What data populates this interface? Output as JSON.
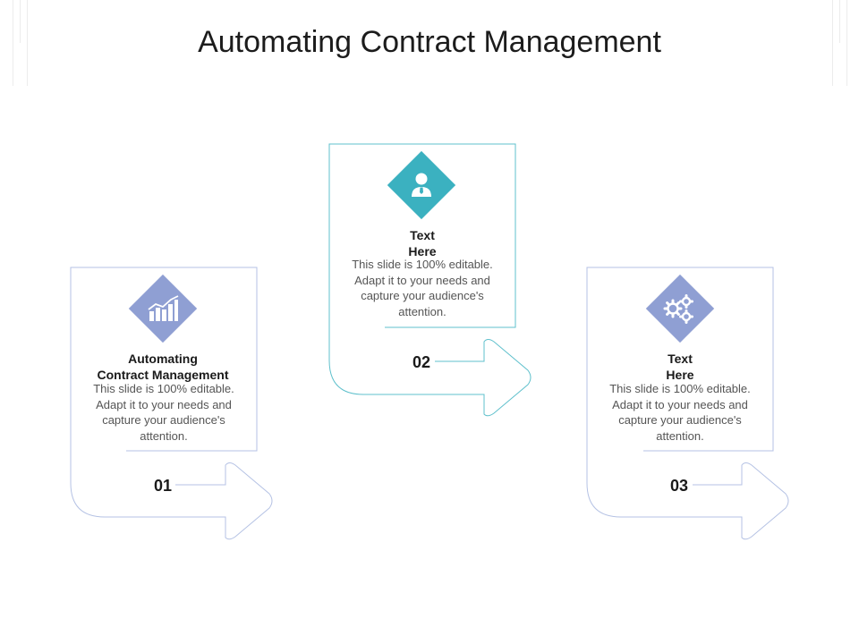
{
  "slide": {
    "title": "Automating Contract Management"
  },
  "colors": {
    "accent_blue": "#8f9fd3",
    "accent_teal": "#3bb1c0",
    "outline_blue": "#a9b8e0",
    "outline_teal": "#5fc0cc"
  },
  "steps": [
    {
      "number": "01",
      "title_lines": [
        "Automating",
        "Contract Management"
      ],
      "description": "This slide is 100% editable. Adapt it to your needs and capture your audience's attention.",
      "icon": "bar-chart-icon"
    },
    {
      "number": "02",
      "title_lines": [
        "Text",
        "Here"
      ],
      "description": "This slide is 100% editable. Adapt it to your needs and capture your audience's attention.",
      "icon": "user-icon"
    },
    {
      "number": "03",
      "title_lines": [
        "Text",
        "Here"
      ],
      "description": "This slide is 100% editable. Adapt it to your needs and capture your audience's attention.",
      "icon": "gears-icon"
    }
  ]
}
